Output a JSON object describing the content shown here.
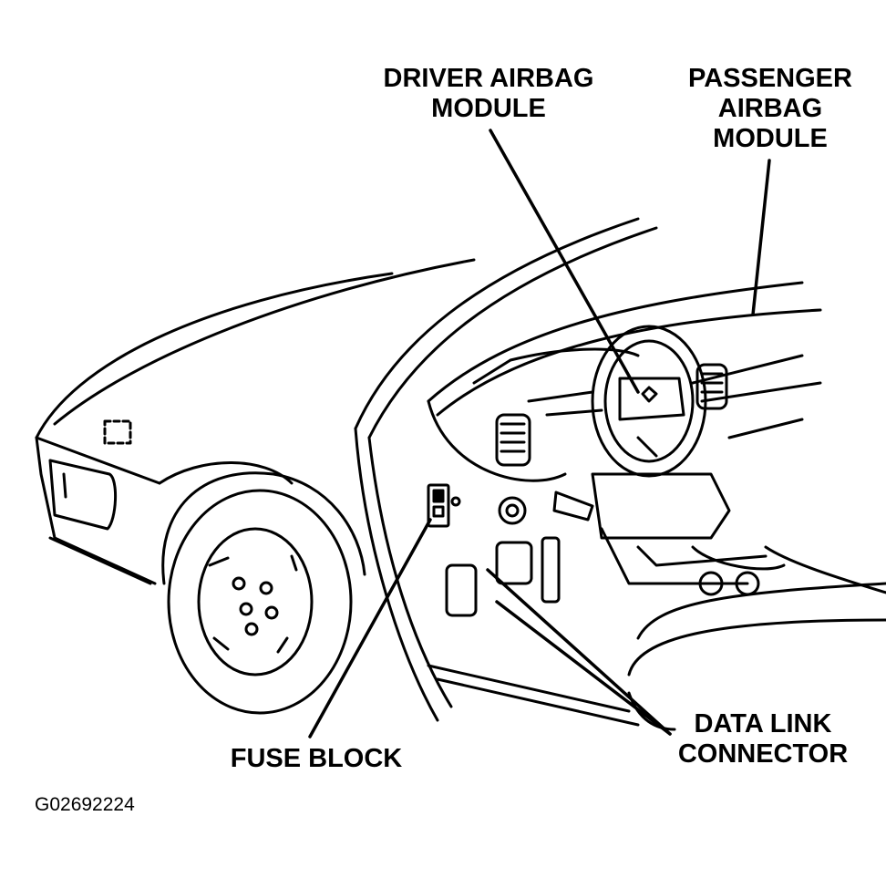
{
  "callouts": {
    "driver_airbag": [
      "DRIVER AIRBAG",
      "MODULE"
    ],
    "passenger_airbag": [
      "PASSENGER",
      "AIRBAG",
      "MODULE"
    ],
    "fuse_block": [
      "FUSE BLOCK"
    ],
    "data_link": [
      "DATA LINK",
      "CONNECTOR"
    ]
  },
  "figure_id": "G02692224",
  "colors": {
    "ink": "#000000",
    "paper": "#ffffff"
  }
}
